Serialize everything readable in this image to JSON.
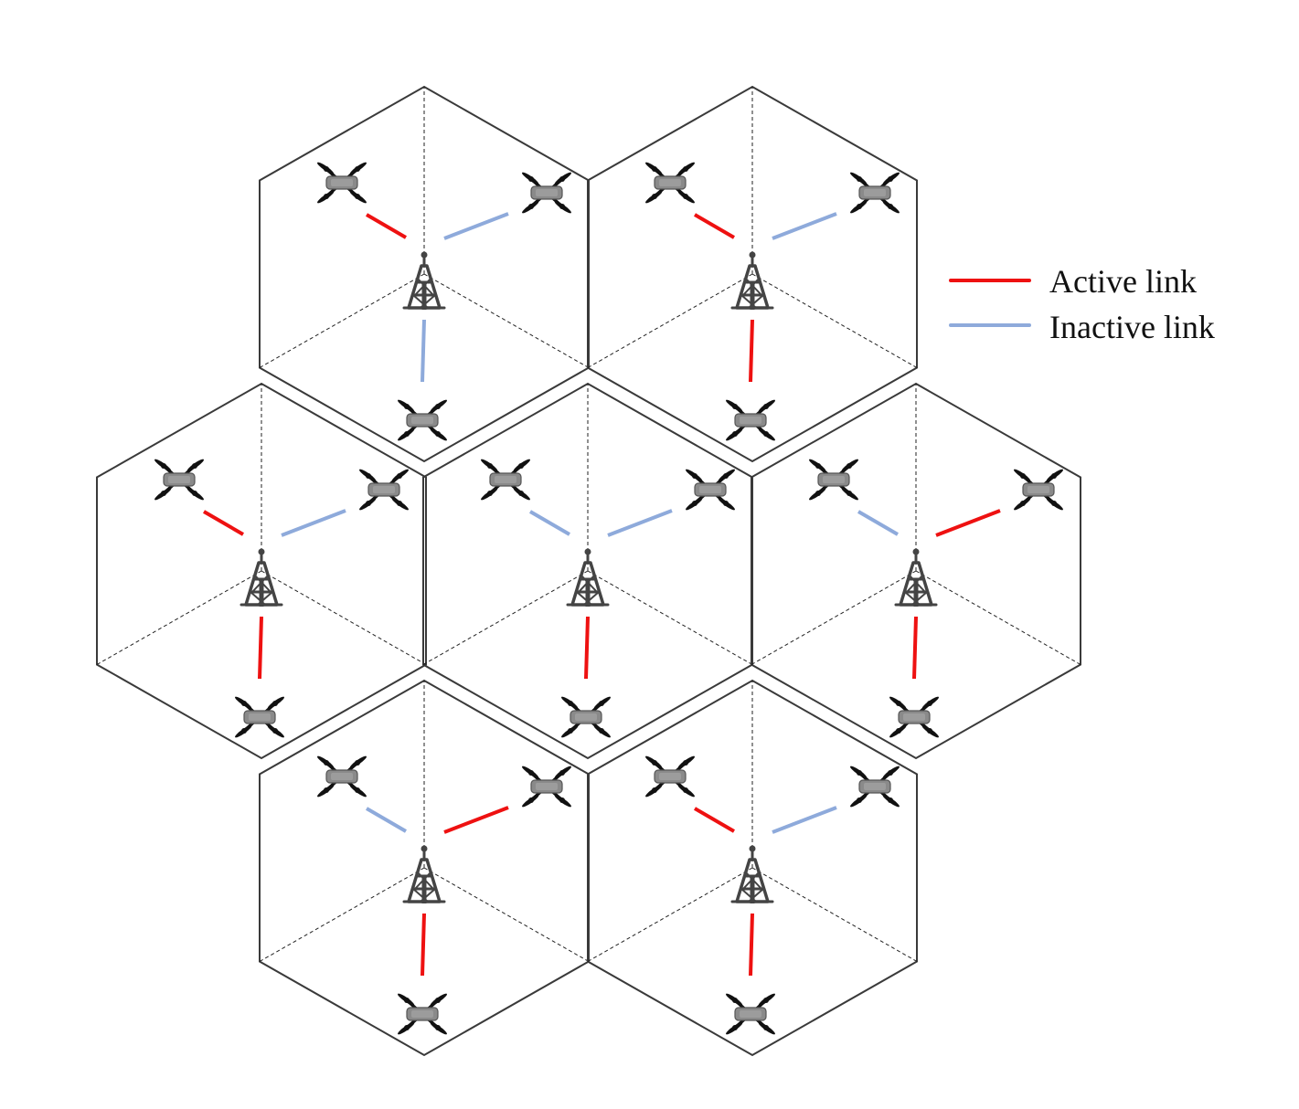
{
  "legend": {
    "items": [
      {
        "label": "Active link",
        "status": "active"
      },
      {
        "label": "Inactive link",
        "status": "inactive"
      }
    ]
  },
  "colors": {
    "active_link": "#ee1111",
    "inactive_link": "#8eaadb",
    "cell_border": "#3a3a3a",
    "sector_line": "#222222",
    "tower": "#444444",
    "drone_body": "#8a8a8a",
    "drone_frame": "#111111"
  },
  "icons": {
    "base_station": "cell-tower-icon",
    "uav": "drone-icon"
  },
  "cells": [
    {
      "id": "cell-top-left",
      "links": {
        "upper_left": "active",
        "upper_right": "inactive",
        "bottom": "inactive"
      }
    },
    {
      "id": "cell-top-right",
      "links": {
        "upper_left": "active",
        "upper_right": "inactive",
        "bottom": "active"
      }
    },
    {
      "id": "cell-middle-left",
      "links": {
        "upper_left": "active",
        "upper_right": "inactive",
        "bottom": "active"
      }
    },
    {
      "id": "cell-center",
      "links": {
        "upper_left": "inactive",
        "upper_right": "inactive",
        "bottom": "active"
      }
    },
    {
      "id": "cell-middle-right",
      "links": {
        "upper_left": "inactive",
        "upper_right": "active",
        "bottom": "active"
      }
    },
    {
      "id": "cell-bottom-left",
      "links": {
        "upper_left": "inactive",
        "upper_right": "active",
        "bottom": "active"
      }
    },
    {
      "id": "cell-bottom-right",
      "links": {
        "upper_left": "active",
        "upper_right": "inactive",
        "bottom": "active"
      }
    }
  ]
}
